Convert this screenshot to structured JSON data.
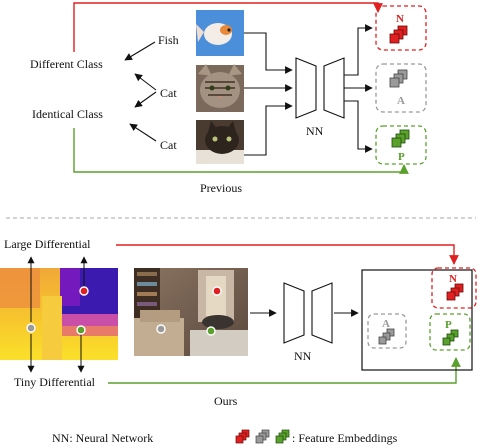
{
  "top": {
    "different_class": "Different Class",
    "identical_class": "Identical Class",
    "fish": "Fish",
    "cat1": "Cat",
    "cat2": "Cat",
    "nn": "NN",
    "n": "N",
    "a": "A",
    "p": "P",
    "caption": "Previous"
  },
  "bottom": {
    "large_diff": "Large Differential",
    "tiny_diff": "Tiny Differential",
    "nn": "NN",
    "n": "N",
    "a": "A",
    "p": "P",
    "caption": "Ours"
  },
  "legend": {
    "nn_def": "NN: Neural Network",
    "feature": ": Feature Embeddings"
  },
  "colors": {
    "negative": "#e02020",
    "anchor": "#9a9a9a",
    "positive": "#5aa02c"
  },
  "images": [
    "goldfish-photo",
    "tabby-cat-photo",
    "dark-cat-photo",
    "depth-map",
    "room-photo"
  ]
}
